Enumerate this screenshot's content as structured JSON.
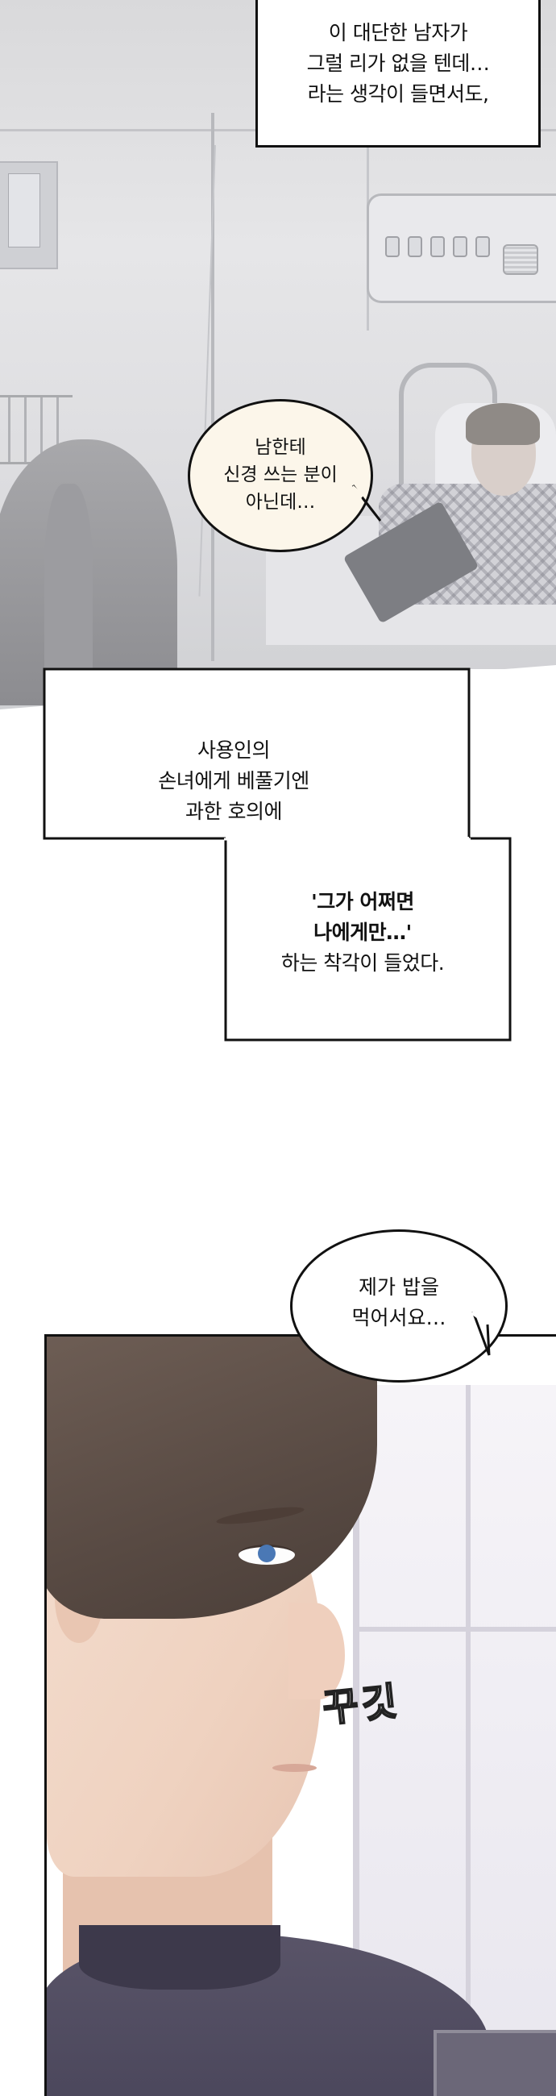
{
  "narration_top": {
    "lines": [
      "이 대단한 남자가",
      "그럴 리가 없을 텐데…",
      "라는 생각이 들면서도,"
    ]
  },
  "bubble_1": {
    "lines": [
      "남한테",
      "신경 쓰는 분이",
      "아닌데…"
    ]
  },
  "narration_mid": {
    "box_a": {
      "lines": [
        "사용인의",
        "손녀에게 베풀기엔",
        "과한 호의에"
      ]
    },
    "box_b": {
      "lines_bold": [
        "'그가 어쩌면",
        "나에게만…'"
      ],
      "lines": [
        "하는 착각이 들었다."
      ]
    }
  },
  "bubble_2": {
    "lines": [
      "제가 밥을",
      "먹어서요…"
    ]
  },
  "sfx": {
    "text": "꾸깃"
  }
}
